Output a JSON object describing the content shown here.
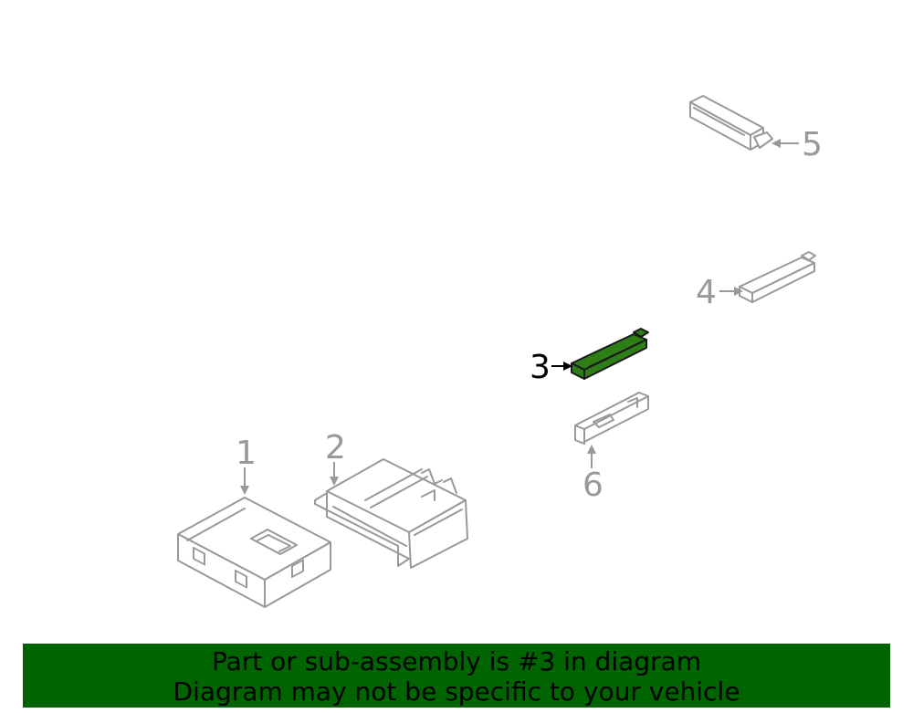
{
  "callouts": {
    "c1": "1",
    "c2": "2",
    "c3": "3",
    "c4": "4",
    "c5": "5",
    "c6": "6"
  },
  "highlighted_part": "3",
  "colors": {
    "highlight_fill": "#2e7d17",
    "banner_bg": "#006400",
    "line_gray": "#999999"
  },
  "banner": {
    "line1": "Part or sub-assembly is #3 in diagram",
    "line2": "Diagram may not be specific to your vehicle"
  }
}
